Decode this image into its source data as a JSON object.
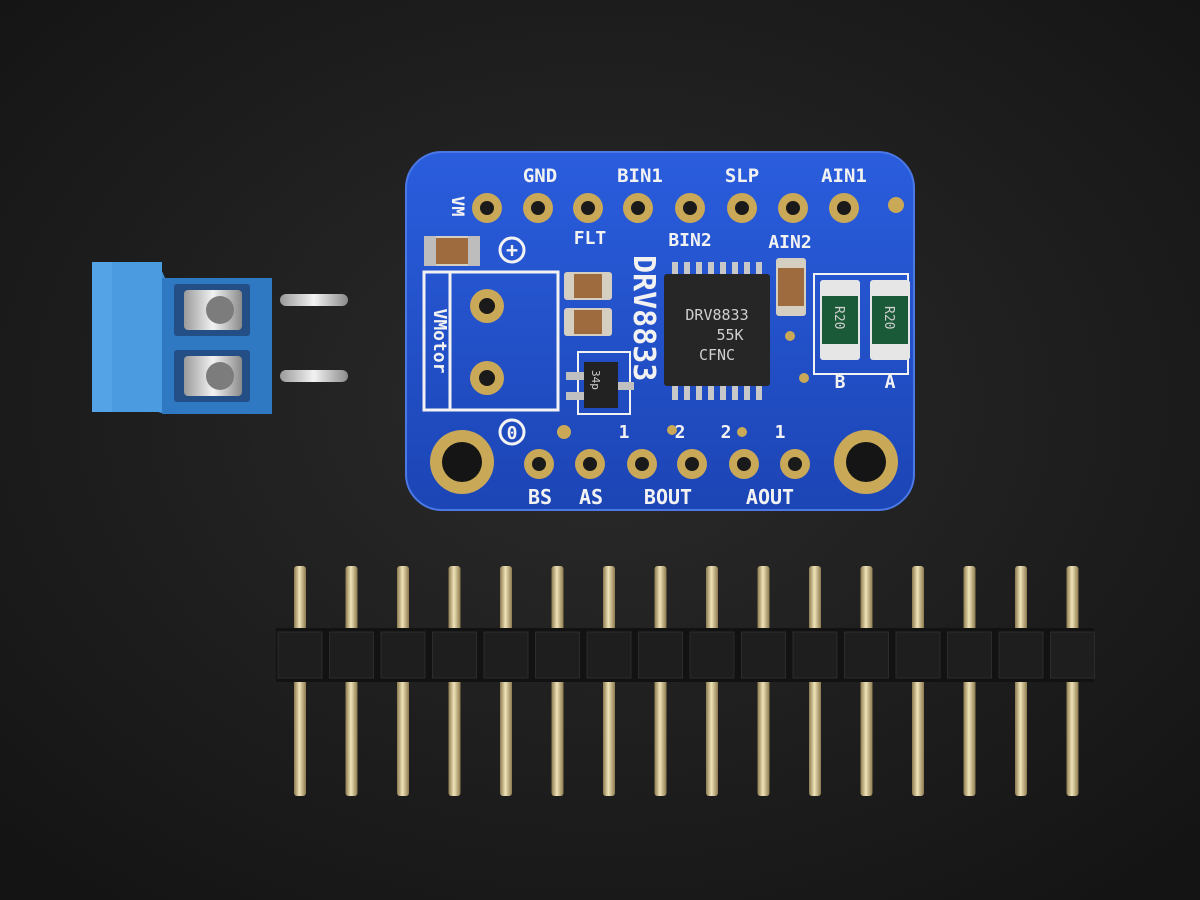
{
  "board": {
    "top_labels": [
      "VM",
      "GND",
      "BIN1",
      "SLP",
      "AIN1"
    ],
    "mid_labels": [
      "FLT",
      "BIN2",
      "AIN2"
    ],
    "title": "DRV8833",
    "plus_label": "+",
    "minus_label": "0",
    "motor_label": "VMotor",
    "chip_lines": [
      "DRV8833",
      "55K",
      "CFNC"
    ],
    "cap_label": "34p",
    "resistor_label": "R20",
    "sense_labels": [
      "B",
      "A"
    ],
    "pad_numbers": [
      "1",
      "2",
      "2",
      "1"
    ],
    "bottom_labels": [
      "BS",
      "AS",
      "BOUT",
      "AOUT"
    ]
  },
  "colors": {
    "background": "#1b1b1b",
    "pcb": "#1f4fc7",
    "terminal": "#3d8fd6",
    "gold": "#c9a857",
    "silver": "#d9d9d9"
  }
}
